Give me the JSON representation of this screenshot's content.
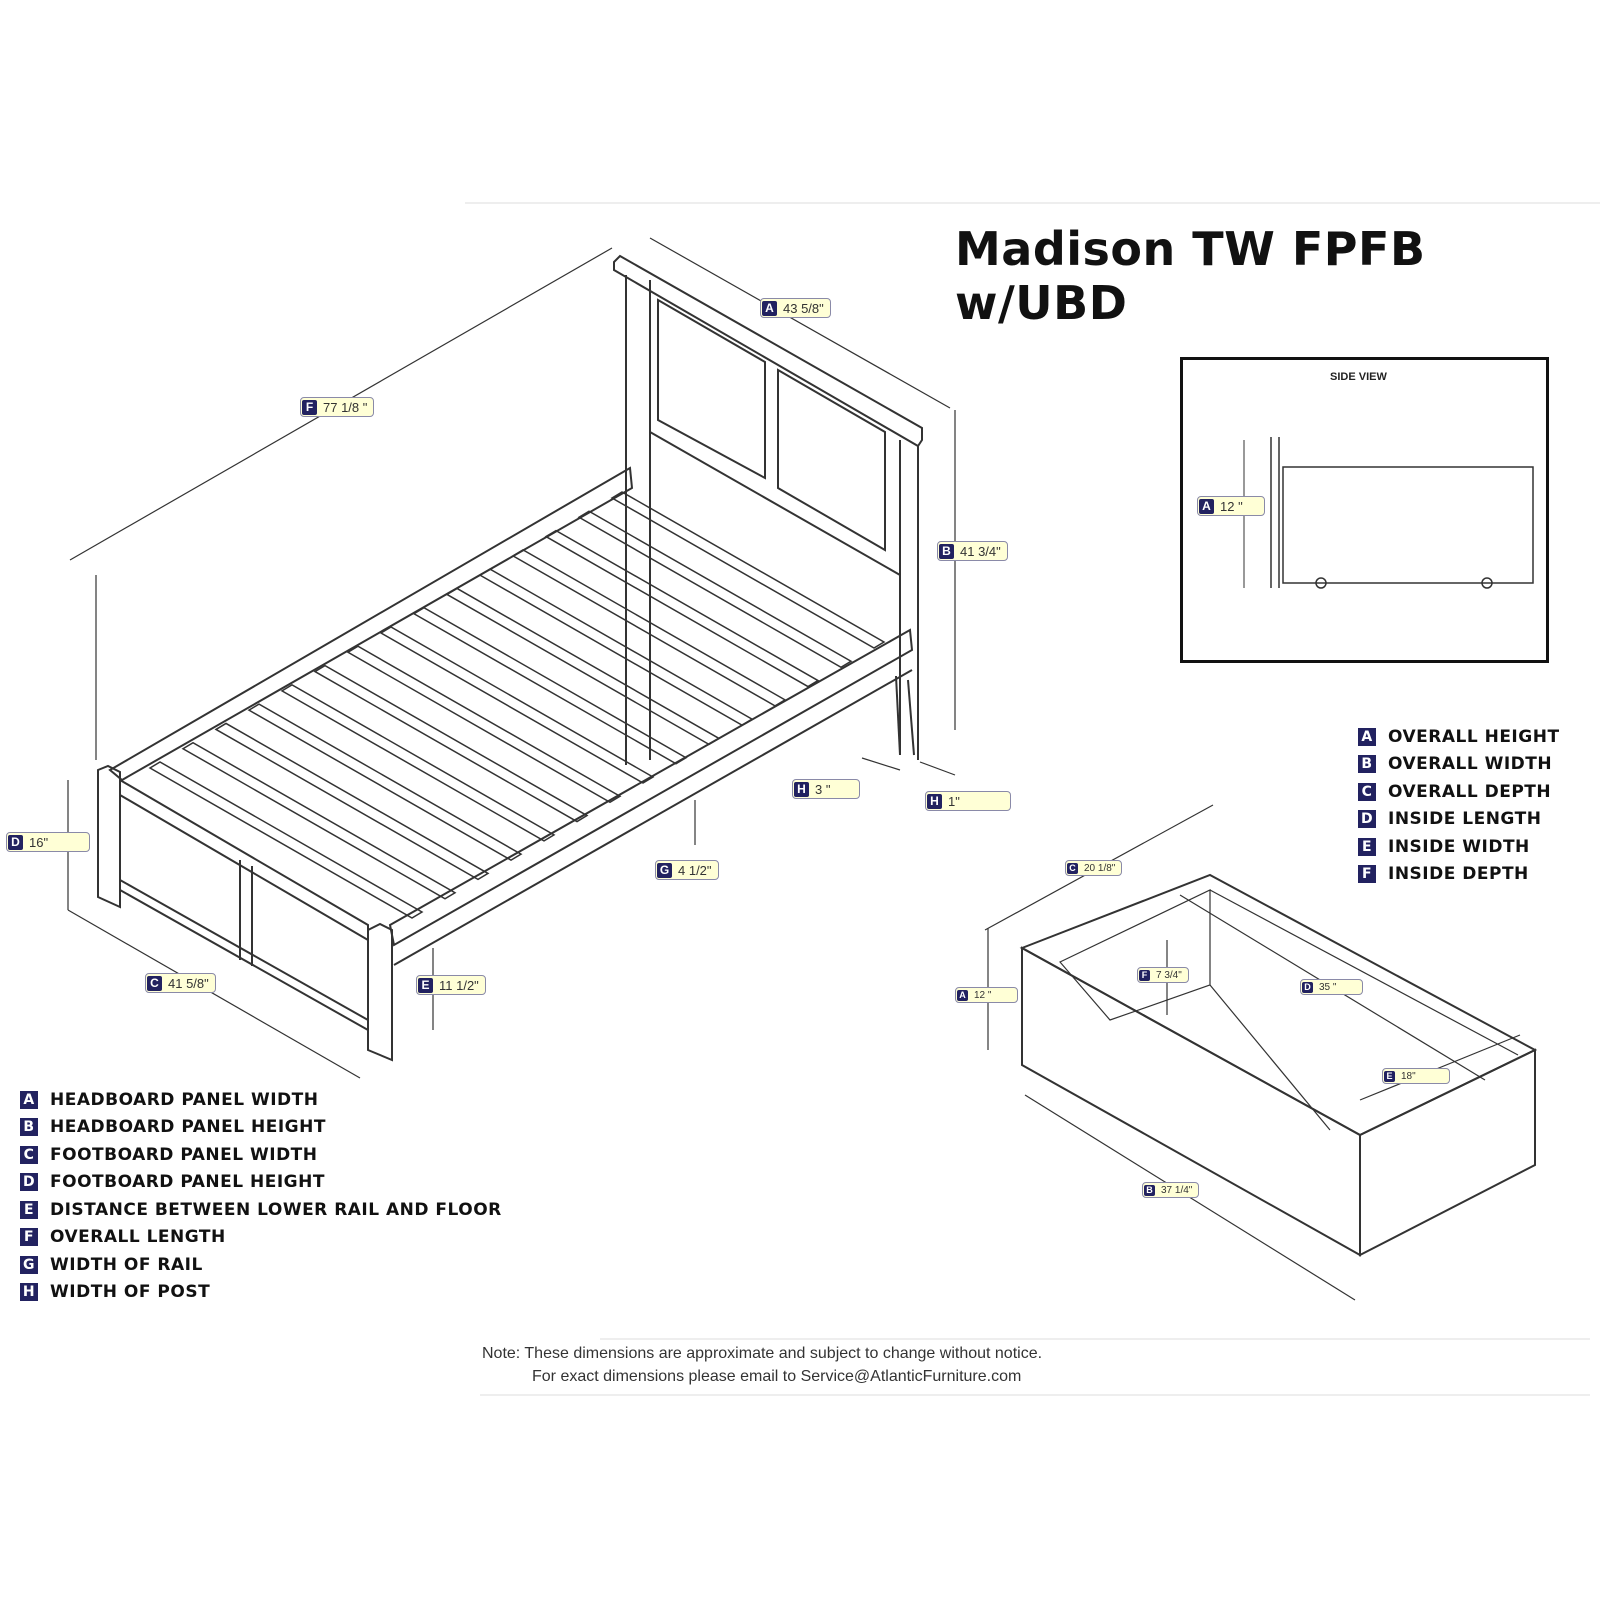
{
  "title": "Madison TW FPFB w/UBD",
  "bed_dimensions": [
    {
      "letter": "A",
      "value": "43 5/8\""
    },
    {
      "letter": "F",
      "value": "77 1/8 \""
    },
    {
      "letter": "B",
      "value": "41 3/4\""
    },
    {
      "letter": "H",
      "value": "3 \""
    },
    {
      "letter": "H",
      "value": "1\""
    },
    {
      "letter": "D",
      "value": "16\""
    },
    {
      "letter": "G",
      "value": "4 1/2\""
    },
    {
      "letter": "C",
      "value": "41 5/8\""
    },
    {
      "letter": "E",
      "value": "11 1/2\""
    }
  ],
  "side_view": {
    "title": "SIDE VIEW",
    "dimension": {
      "letter": "A",
      "value": "12 \""
    }
  },
  "drawer_dimensions": [
    {
      "letter": "C",
      "value": "20 1/8\""
    },
    {
      "letter": "F",
      "value": "7 3/4\""
    },
    {
      "letter": "D",
      "value": "35 \""
    },
    {
      "letter": "A",
      "value": "12 \""
    },
    {
      "letter": "E",
      "value": "18\""
    },
    {
      "letter": "B",
      "value": "37 1/4\""
    }
  ],
  "bed_legend": [
    {
      "letter": "A",
      "label": "HEADBOARD PANEL WIDTH"
    },
    {
      "letter": "B",
      "label": "HEADBOARD PANEL HEIGHT"
    },
    {
      "letter": "C",
      "label": "FOOTBOARD PANEL WIDTH"
    },
    {
      "letter": "D",
      "label": "FOOTBOARD PANEL HEIGHT"
    },
    {
      "letter": "E",
      "label": "DISTANCE BETWEEN LOWER RAIL AND FLOOR"
    },
    {
      "letter": "F",
      "label": "OVERALL LENGTH"
    },
    {
      "letter": "G",
      "label": "WIDTH OF RAIL"
    },
    {
      "letter": "H",
      "label": "WIDTH OF POST"
    }
  ],
  "drawer_legend": [
    {
      "letter": "A",
      "label": "OVERALL HEIGHT"
    },
    {
      "letter": "B",
      "label": "OVERALL WIDTH"
    },
    {
      "letter": "C",
      "label": "OVERALL DEPTH"
    },
    {
      "letter": "D",
      "label": "INSIDE LENGTH"
    },
    {
      "letter": "E",
      "label": "INSIDE WIDTH"
    },
    {
      "letter": "F",
      "label": "INSIDE DEPTH"
    }
  ],
  "note": {
    "line1": "Note:  These dimensions are approximate and subject to change without notice.",
    "line2": "For exact dimensions please email to Service@AtlanticFurniture.com"
  },
  "colors": {
    "badge": "#222260",
    "label_bg": "#ffffd6",
    "line": "#333333"
  }
}
